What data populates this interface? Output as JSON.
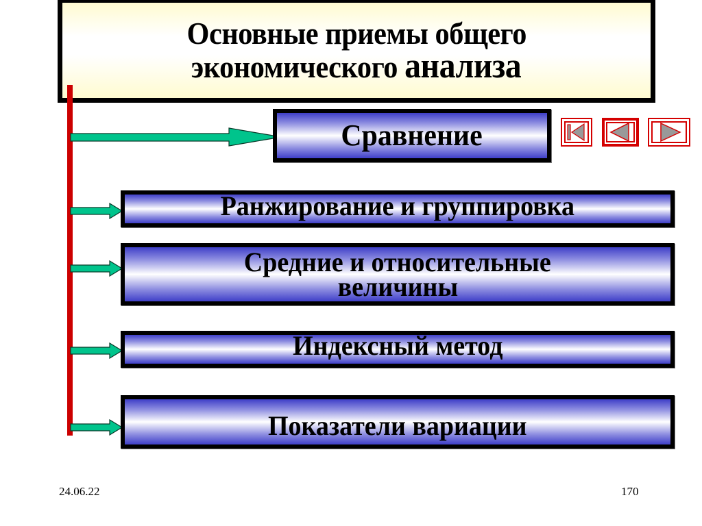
{
  "slide": {
    "title_line1": "Основные приемы общего",
    "title_line2_a": "экономического",
    "title_line2_b": "анализа",
    "items": [
      {
        "label": "Сравнение"
      },
      {
        "label": "Ранжирование и группировка"
      },
      {
        "label_line1": "Средние и относительные",
        "label_line2": "величины"
      },
      {
        "label": "Индексный метод"
      },
      {
        "label": "Показатели вариации"
      }
    ],
    "nav": {
      "first": "first-slide-icon",
      "previous": "previous-slide-icon",
      "next": "next-slide-icon"
    },
    "footer": {
      "date": "24.06.22",
      "page_number": "170"
    },
    "colors": {
      "title_bg": "#fffbd0",
      "connector": "#cc0000",
      "arrow": "#00c48c",
      "box_gradient_dark": "#3f3fc8",
      "nav_border": "#d40000",
      "nav_glyph": "#999999"
    }
  }
}
